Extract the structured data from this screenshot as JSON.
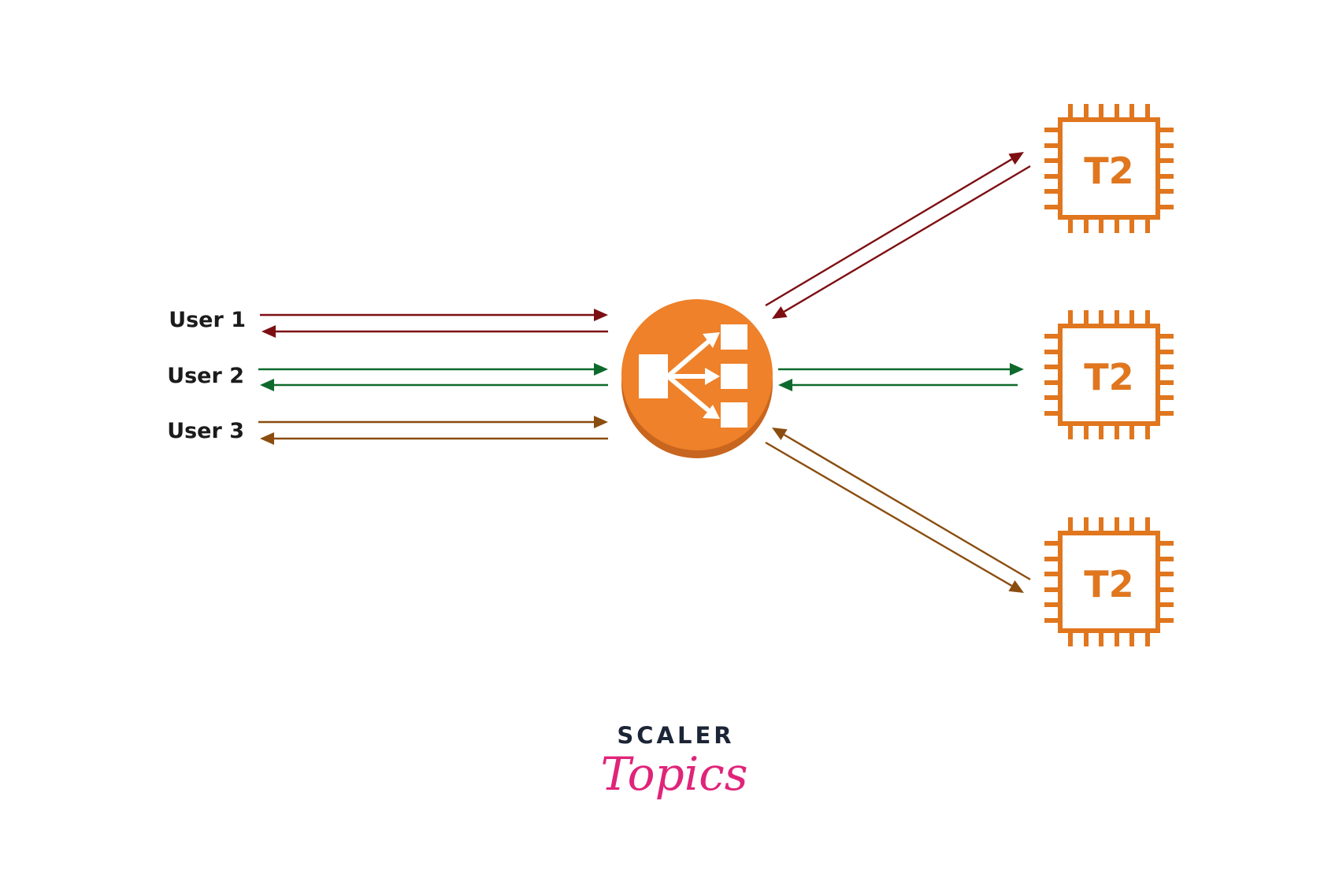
{
  "users": [
    {
      "label": "User 1",
      "color_key": "red"
    },
    {
      "label": "User 2",
      "color_key": "green"
    },
    {
      "label": "User 3",
      "color_key": "brown"
    }
  ],
  "load_balancer": {
    "icon": "load-balancer-icon",
    "color": "#ee8129",
    "shadow": "#c8651e"
  },
  "instances": [
    {
      "label": "T2",
      "icon": "ec2-instance-chip-icon"
    },
    {
      "label": "T2",
      "icon": "ec2-instance-chip-icon"
    },
    {
      "label": "T2",
      "icon": "ec2-instance-chip-icon"
    }
  ],
  "colors": {
    "red": "#7d0f12",
    "green": "#0e6a2c",
    "brown": "#8a4d0f",
    "chip": "#e0761e",
    "brand_dark": "#1c2536",
    "brand_pink": "#e0247a"
  },
  "brand": {
    "top": "SCALER",
    "bottom": "Topics"
  }
}
